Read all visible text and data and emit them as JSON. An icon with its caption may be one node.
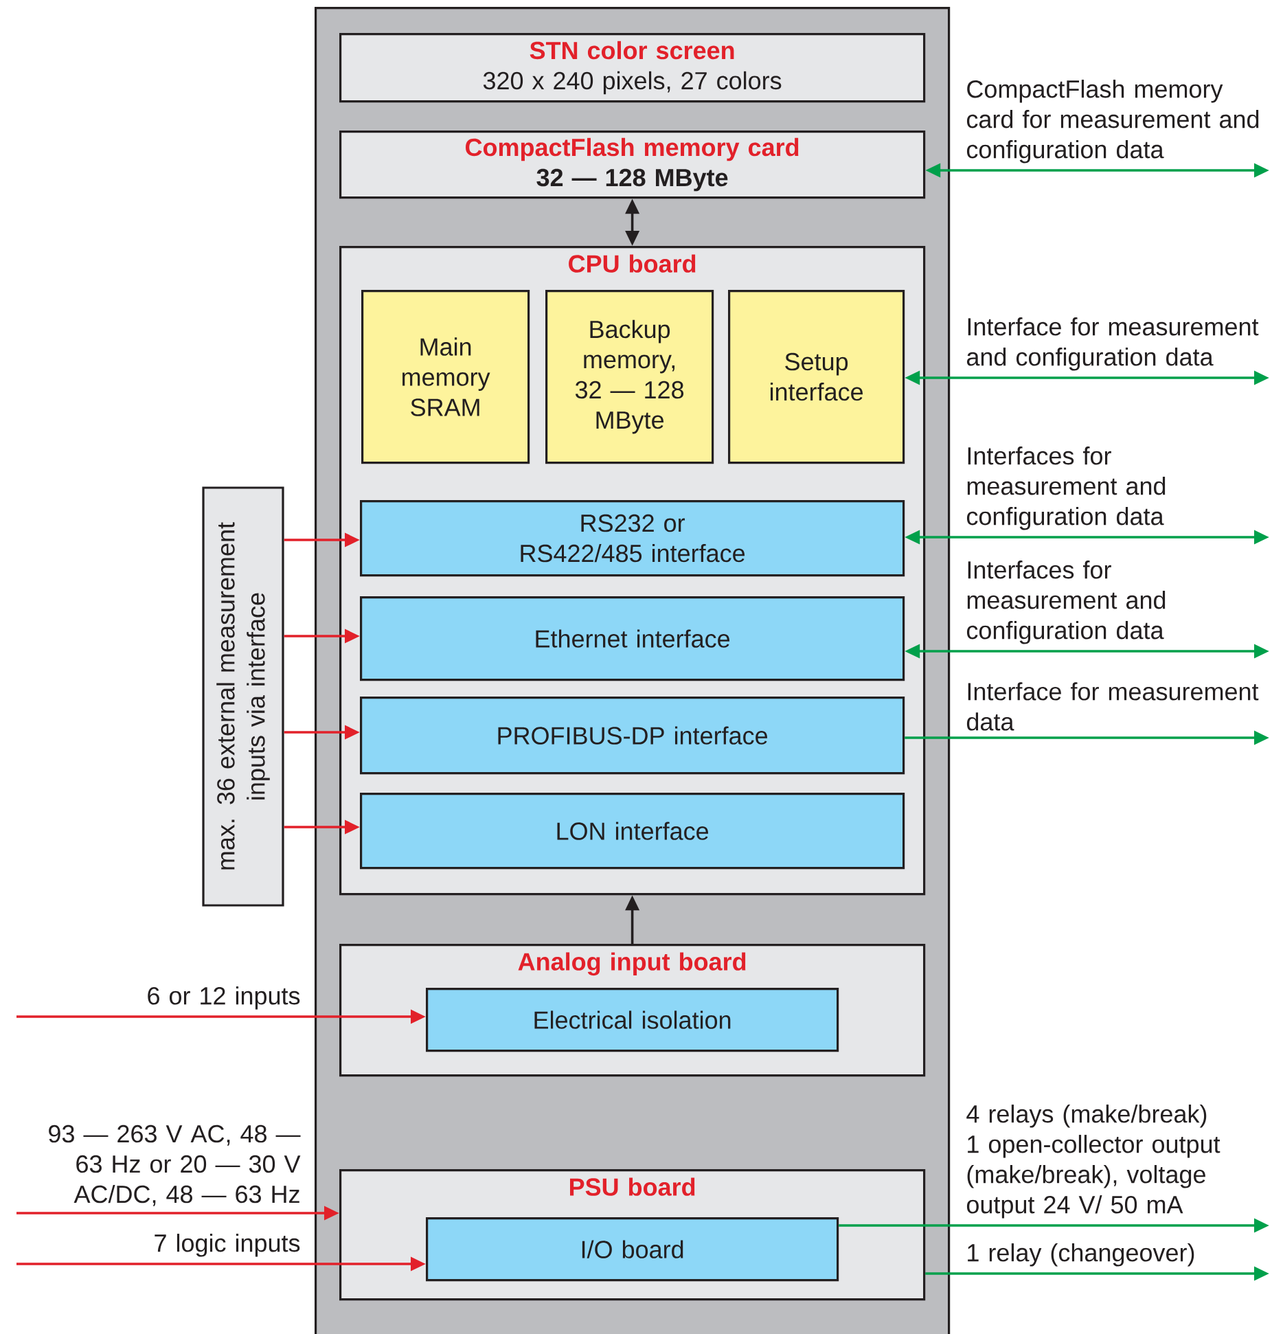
{
  "diagram": {
    "nodes": [
      {
        "text": [],
        "shape": "box"
      },
      {
        "text": [
          "STN color screen",
          "320 x 240 pixels, 27 colors"
        ],
        "in": 0
      },
      {
        "text": [
          "CompactFlash memory card",
          "32 — 128 MByte"
        ],
        "in": 0
      },
      {
        "text": [
          "CPU board"
        ],
        "in": 0
      },
      {
        "text": [
          "Main memory SRAM"
        ],
        "in": 3
      },
      {
        "text": [
          "Backup memory, 32 — 128 MByte"
        ],
        "in": 3
      },
      {
        "text": [
          "Setup interface"
        ],
        "in": 3
      },
      {
        "text": [
          "RS232 or RS422/485 interface"
        ],
        "in": 3
      },
      {
        "text": [
          "Ethernet interface"
        ],
        "in": 3
      },
      {
        "text": [
          "PROFIBUS-DP interface"
        ],
        "in": 3
      },
      {
        "text": [
          "LON interface"
        ],
        "in": 3
      },
      {
        "text": [
          "Analog input board"
        ],
        "in": 0
      },
      {
        "text": [
          "Electrical isolation"
        ],
        "in": 11
      },
      {
        "text": [
          "PSU board"
        ],
        "in": 0
      },
      {
        "text": [
          "I/O board"
        ],
        "in": 13
      },
      {
        "text": [
          "max. 36 external measurement inputs via interface"
        ]
      }
    ],
    "edges": [
      {
        "from": 2,
        "to": null,
        "arrow": "both",
        "color": "#00a04b",
        "label": "CompactFlash memory card for measurement and configuration data"
      },
      {
        "from": 2,
        "to": 3,
        "arrow": "both",
        "color": "#231f20"
      },
      {
        "from": 6,
        "to": null,
        "arrow": "both",
        "color": "#00a04b",
        "label": "Interface for measurement and configuration data"
      },
      {
        "from": 7,
        "to": null,
        "arrow": "both",
        "color": "#00a04b",
        "label": "Interfaces for measurement and configuration data"
      },
      {
        "from": 8,
        "to": null,
        "arrow": "both",
        "color": "#00a04b",
        "label": "Interfaces for measurement and configuration data"
      },
      {
        "from": 9,
        "to": null,
        "arrow": "to",
        "color": "#00a04b",
        "label": "Interface for measurement data"
      },
      {
        "from": 15,
        "to": 7,
        "arrow": "to",
        "color": "#e2212a"
      },
      {
        "from": 15,
        "to": 8,
        "arrow": "to",
        "color": "#e2212a"
      },
      {
        "from": 15,
        "to": 9,
        "arrow": "to",
        "color": "#e2212a"
      },
      {
        "from": 15,
        "to": 10,
        "arrow": "to",
        "color": "#e2212a"
      },
      {
        "from": 11,
        "to": 3,
        "arrow": "to",
        "color": "#231f20"
      },
      {
        "from": null,
        "to": 12,
        "arrow": "to",
        "color": "#e2212a",
        "label": "6 or 12 inputs"
      },
      {
        "from": null,
        "to": 13,
        "arrow": "to",
        "color": "#e2212a",
        "label": "93 — 263 V AC, 48 — 63 Hz or 20 — 30 V AC/DC, 48 — 63 Hz"
      },
      {
        "from": null,
        "to": 14,
        "arrow": "to",
        "color": "#e2212a",
        "label": "7 logic inputs"
      },
      {
        "from": 14,
        "to": null,
        "arrow": "to",
        "color": "#00a04b",
        "label": "4 relays (make/break) 1 open-collector output (make/break), voltage output 24 V/ 50 mA"
      },
      {
        "from": 13,
        "to": null,
        "arrow": "to",
        "color": "#00a04b",
        "label": "1 relay (changeover)"
      }
    ]
  }
}
